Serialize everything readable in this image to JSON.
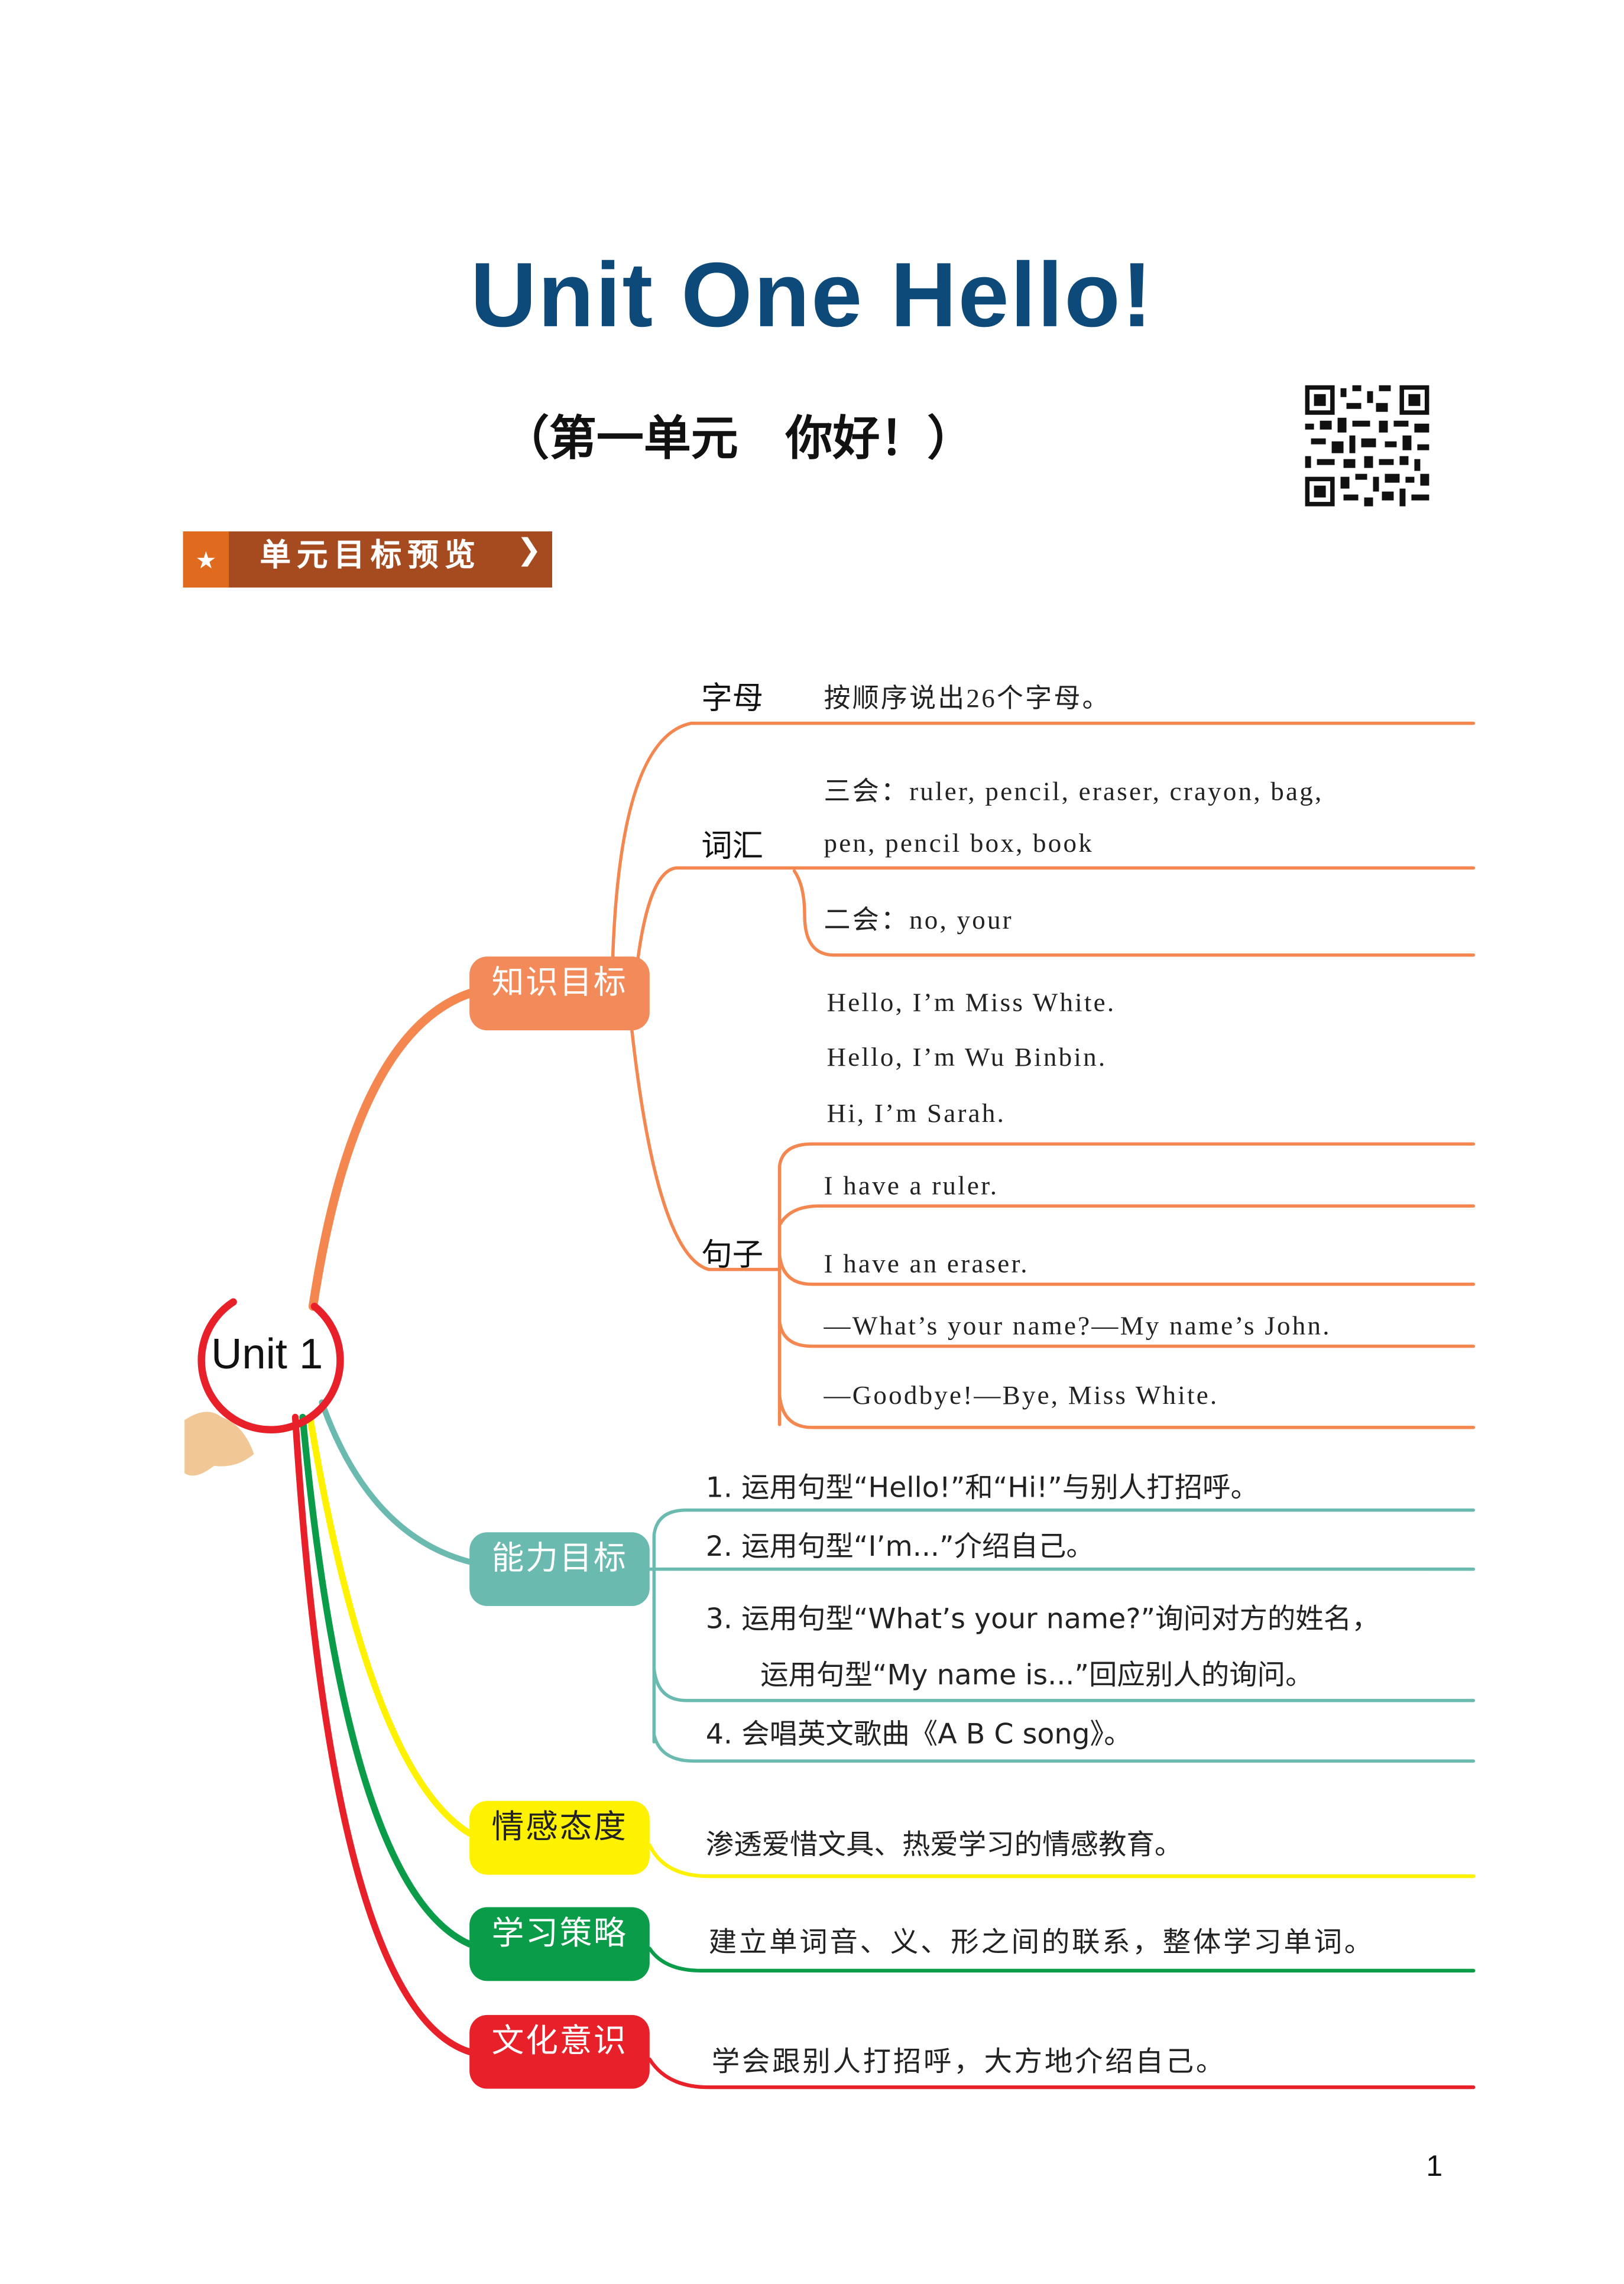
{
  "title": "Unit One    Hello!",
  "subtitle": "（第一单元　你好！）",
  "banner": {
    "label": "单元目标预览",
    "icon": "star-icon",
    "chevron": "❯"
  },
  "center": {
    "label": "Unit 1"
  },
  "colors": {
    "title": "#0d4a7a",
    "knowledge": "#f4874f",
    "ability": "#6bbab0",
    "emotion": "#fff200",
    "strategy": "#0a9c48",
    "culture": "#e8202a"
  },
  "knowledge": {
    "label": "知识目标",
    "letters": {
      "label": "字母",
      "text": "按顺序说出26个字母。"
    },
    "vocab": {
      "label": "词汇",
      "three_line1": "三会：ruler, pencil, eraser, crayon, bag,",
      "three_line2": "pen, pencil box, book",
      "two": "二会：no, your"
    },
    "sentences": {
      "label": "句子",
      "items": [
        "Hello, I’m Miss White.",
        "Hello, I’m Wu Binbin.",
        "Hi, I’m Sarah.",
        "I have a ruler.",
        "I have an eraser.",
        "—What’s your name?—My name’s John.",
        "—Goodbye!—Bye, Miss White."
      ]
    }
  },
  "ability": {
    "label": "能力目标",
    "items": [
      "1.  运用句型“Hello!”和“Hi!”与别人打招呼。",
      "2.  运用句型“I’m...”介绍自己。",
      "3.  运用句型“What’s your name?”询问对方的姓名，",
      "运用句型“My name is...”回应别人的询问。",
      "4.  会唱英文歌曲《A B C song》。"
    ]
  },
  "emotion": {
    "label": "情感态度",
    "text": "渗透爱惜文具、热爱学习的情感教育。"
  },
  "strategy": {
    "label": "学习策略",
    "text": "建立单词音、义、形之间的联系，整体学习单词。"
  },
  "culture": {
    "label": "文化意识",
    "text": "学会跟别人打招呼，大方地介绍自己。"
  },
  "page_number": "1"
}
